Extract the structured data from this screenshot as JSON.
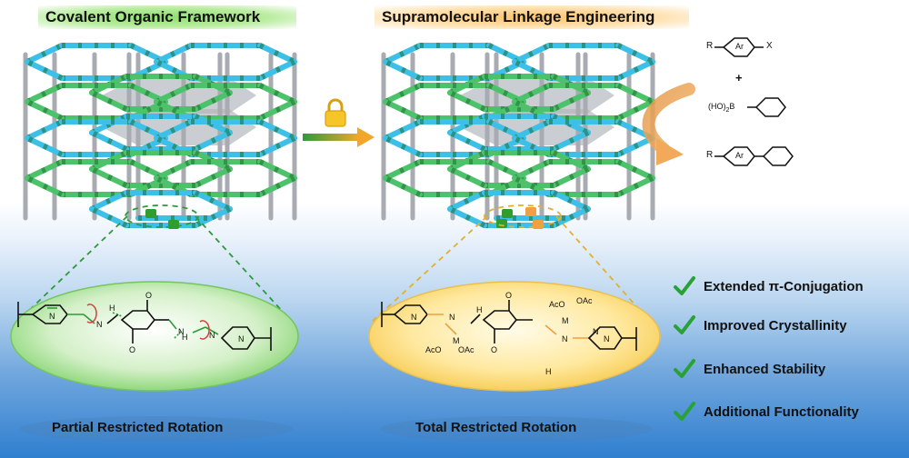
{
  "titles": {
    "left": "Covalent Organic Framework",
    "right": "Supramolecular Linkage Engineering"
  },
  "captions": {
    "left": "Partial Restricted Rotation",
    "right": "Total Restricted Rotation"
  },
  "features": [
    {
      "label": "Extended π-Conjugation",
      "icon": "check-icon"
    },
    {
      "label": "Improved Crystallinity",
      "icon": "check-icon"
    },
    {
      "label": "Enhanced Stability",
      "icon": "check-icon"
    },
    {
      "label": "Additional Functionality",
      "icon": "check-icon"
    }
  ],
  "reaction": {
    "reactant1": {
      "left": "R",
      "ring": "Ar",
      "right": "X"
    },
    "plus": "+",
    "reactant2": {
      "prefix": "(HO)",
      "sub": "2",
      "suffix": "B"
    },
    "product": {
      "left": "R",
      "ring": "Ar"
    }
  },
  "molecule_left": {
    "atoms": [
      "N",
      "N",
      "H",
      "O",
      "O",
      "N",
      "H",
      "N",
      "N"
    ]
  },
  "molecule_right": {
    "atoms": [
      "N",
      "N",
      "M",
      "AcO",
      "OAc",
      "H",
      "O",
      "O",
      "AcO",
      "OAc",
      "M",
      "N",
      "H",
      "N",
      "N"
    ]
  },
  "colors": {
    "green_accent": "#2f9e2f",
    "orange_accent": "#f0a040",
    "framework_cyan": "#3cc0e8",
    "framework_green": "#4cc36a",
    "framework_gray": "#a8acb2",
    "check_green": "#2aa136"
  },
  "icons": [
    "lock-icon",
    "arrow-right-icon",
    "check-icon"
  ]
}
